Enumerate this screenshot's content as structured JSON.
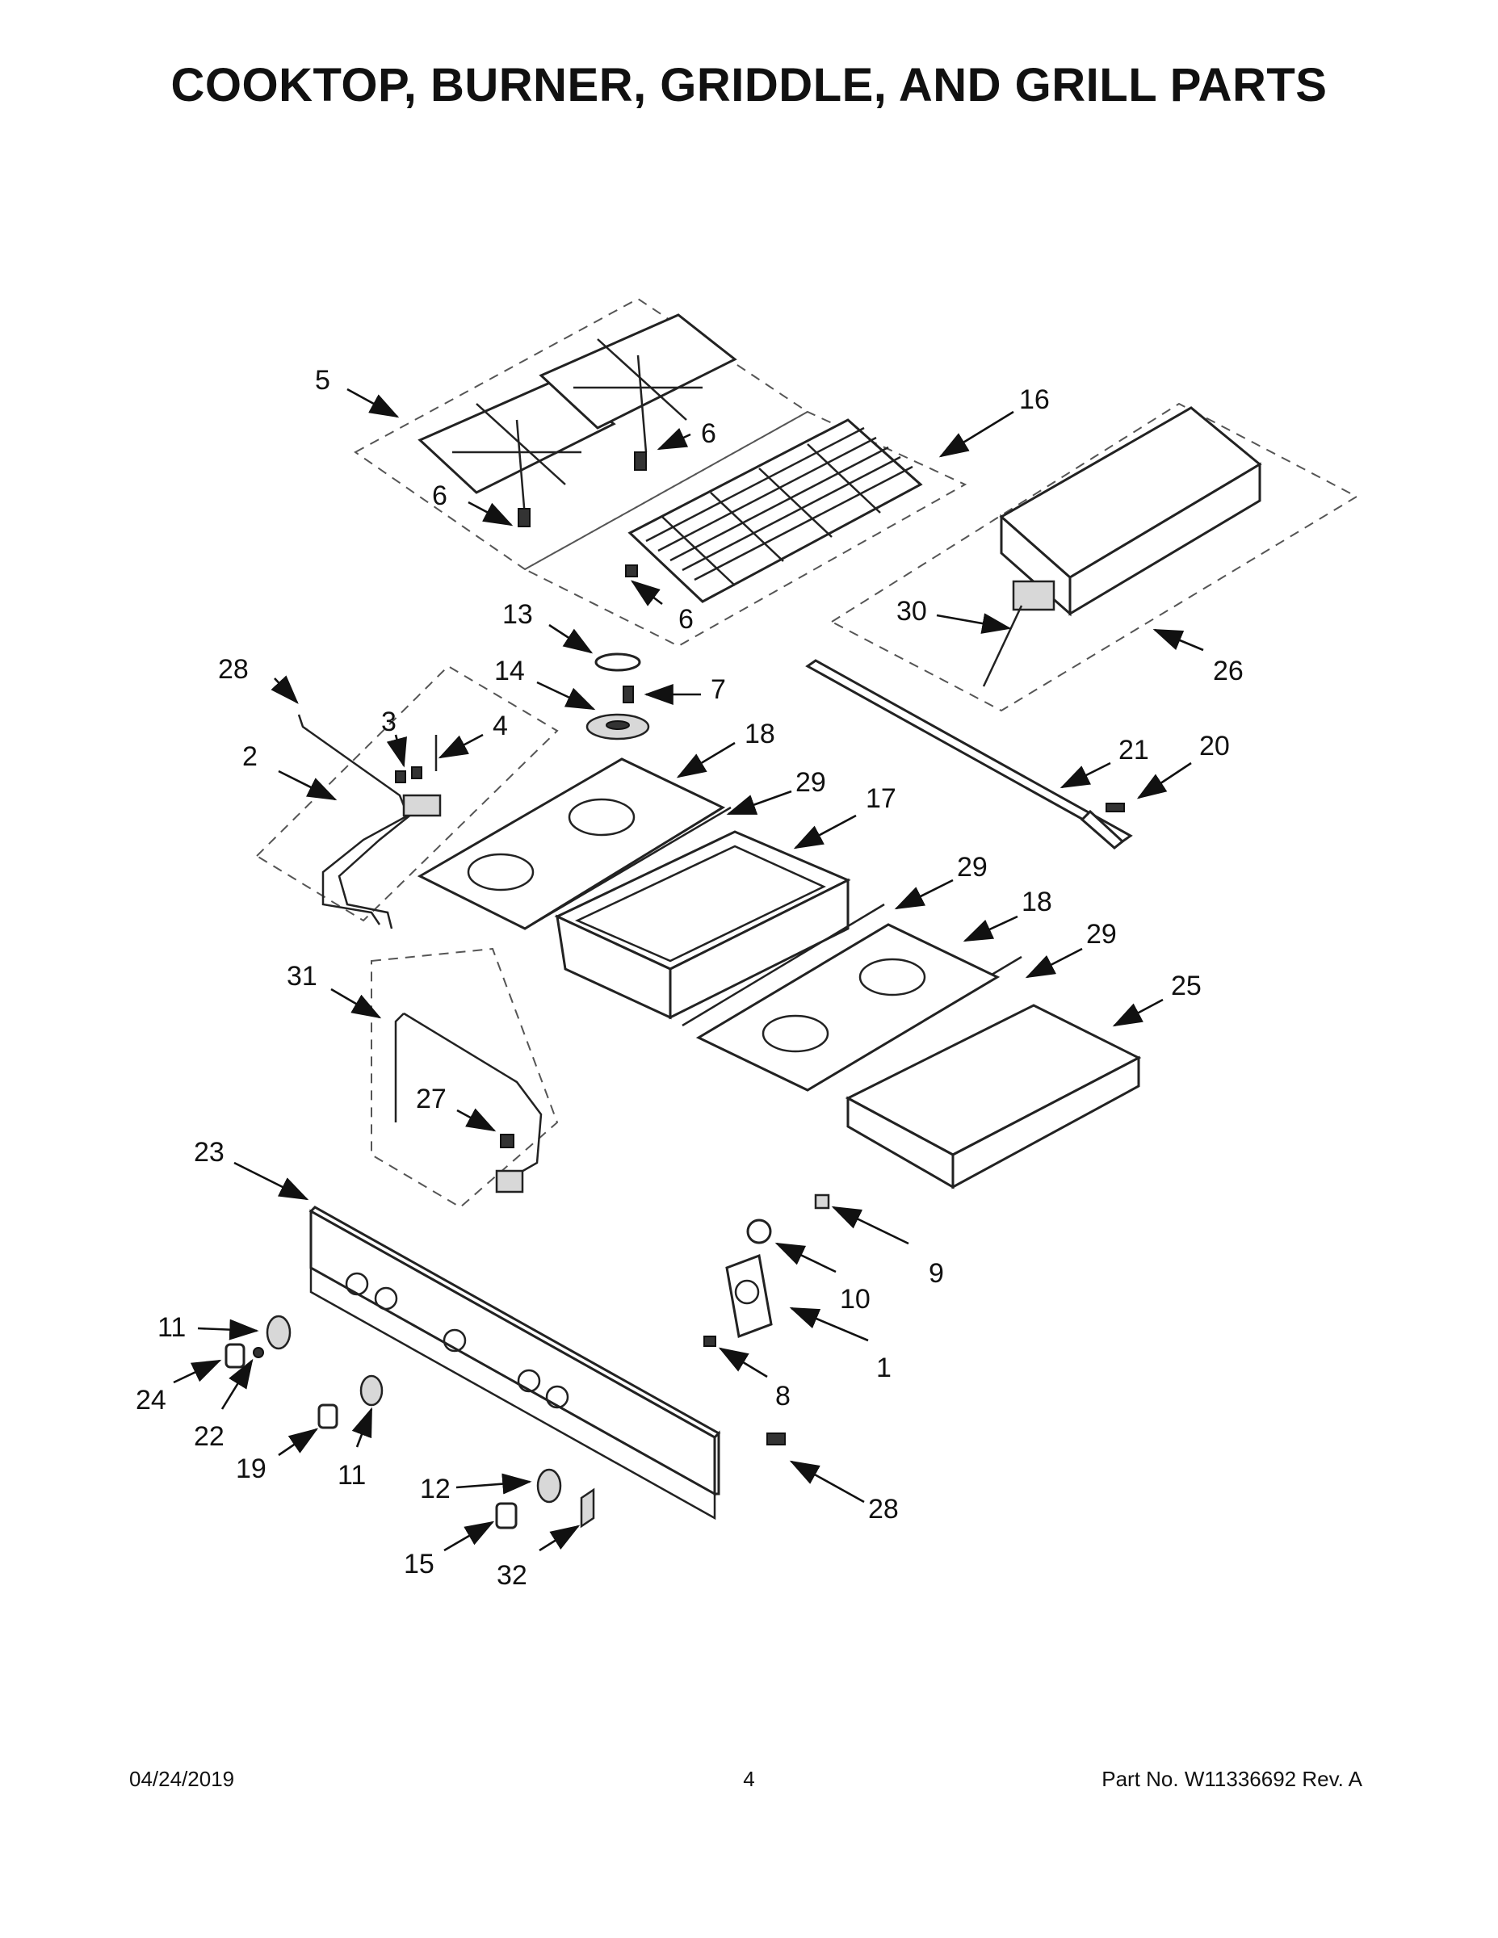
{
  "title": "COOKTOP, BURNER, GRIDDLE, AND GRILL PARTS",
  "callouts": {
    "c5": "5",
    "c6a": "6",
    "c6b": "6",
    "c6c": "6",
    "c16": "16",
    "c13": "13",
    "c14": "14",
    "c7": "7",
    "c28a": "28",
    "c3": "3",
    "c4": "4",
    "c2": "2",
    "c18a": "18",
    "c29a": "29",
    "c17": "17",
    "c30": "30",
    "c26": "26",
    "c21": "21",
    "c20": "20",
    "c29b": "29",
    "c18b": "18",
    "c29c": "29",
    "c25": "25",
    "c31": "31",
    "c27": "27",
    "c23": "23",
    "c9": "9",
    "c10": "10",
    "c1": "1",
    "c8": "8",
    "c11a": "11",
    "c24": "24",
    "c22": "22",
    "c19": "19",
    "c11b": "11",
    "c12": "12",
    "c28b": "28",
    "c15": "15",
    "c32": "32"
  },
  "footer": {
    "date": "04/24/2019",
    "page": "4",
    "part_number": "Part No.  W11336692  Rev.  A"
  }
}
